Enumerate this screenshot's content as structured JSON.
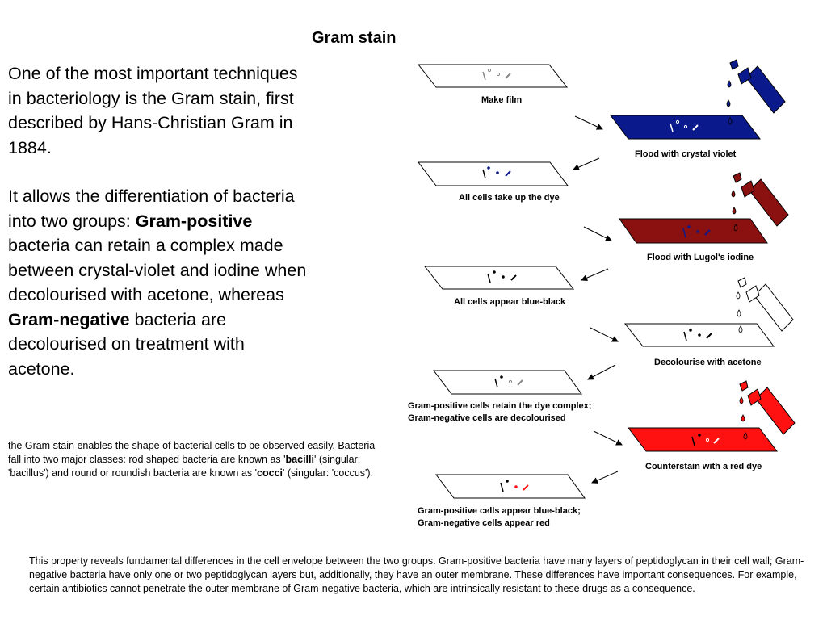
{
  "title": "Gram stain",
  "intro": {
    "p1": "One of the most important techniques in bacteriology is the Gram stain, first described by Hans-Christian Gram in 1884.",
    "p2_a": "It allows the differentiation of bacteria into two groups: ",
    "p2_b": "Gram-positive",
    "p2_c": " bacteria can retain a complex made between crystal-violet and iodine when decolourised with acetone, whereas ",
    "p2_d": "Gram-negative",
    "p2_e": " bacteria are decolourised on treatment with acetone."
  },
  "shapes_note": {
    "a": "the Gram stain enables the shape of bacterial cells to be observed easily. Bacteria fall into two major classes: rod shaped bacteria are known as '",
    "b": "bacilli",
    "c": "' (singular: 'bacillus') and round or roundish bacteria are known as '",
    "d": "cocci",
    "e": "' (singular: 'coccus')."
  },
  "bottom_note": "This property reveals fundamental differences in the cell envelope between the two groups. Gram-positive bacteria have many layers of peptidoglycan in their cell wall; Gram-negative bacteria have only one or two peptidoglycan layers but, additionally, they have an outer membrane. These differences have important consequences. For example, certain antibiotics cannot penetrate the outer membrane of Gram-negative bacteria, which are intrinsically resistant to these drugs as a consequence.",
  "steps": {
    "make_film": "Make film",
    "flood_cv": "Flood with crystal violet",
    "all_take_dye": "All cells take up the dye",
    "flood_lugol": "Flood with Lugol's iodine",
    "blue_black": "All cells appear blue-black",
    "decolourise": "Decolourise with acetone",
    "retain_1": "Gram-positive cells retain the dye complex;",
    "retain_2": "Gram-negative cells are decolourised",
    "counterstain": "Counterstain with a red dye",
    "final_1": "Gram-positive cells appear blue-black;",
    "final_2": "Gram-negative cells appear red"
  },
  "colors": {
    "crystal_violet": "#0a1a8c",
    "lugol_iodine": "#8b1111",
    "red_dye": "#ff1111",
    "slide_clear": "#ffffff"
  }
}
